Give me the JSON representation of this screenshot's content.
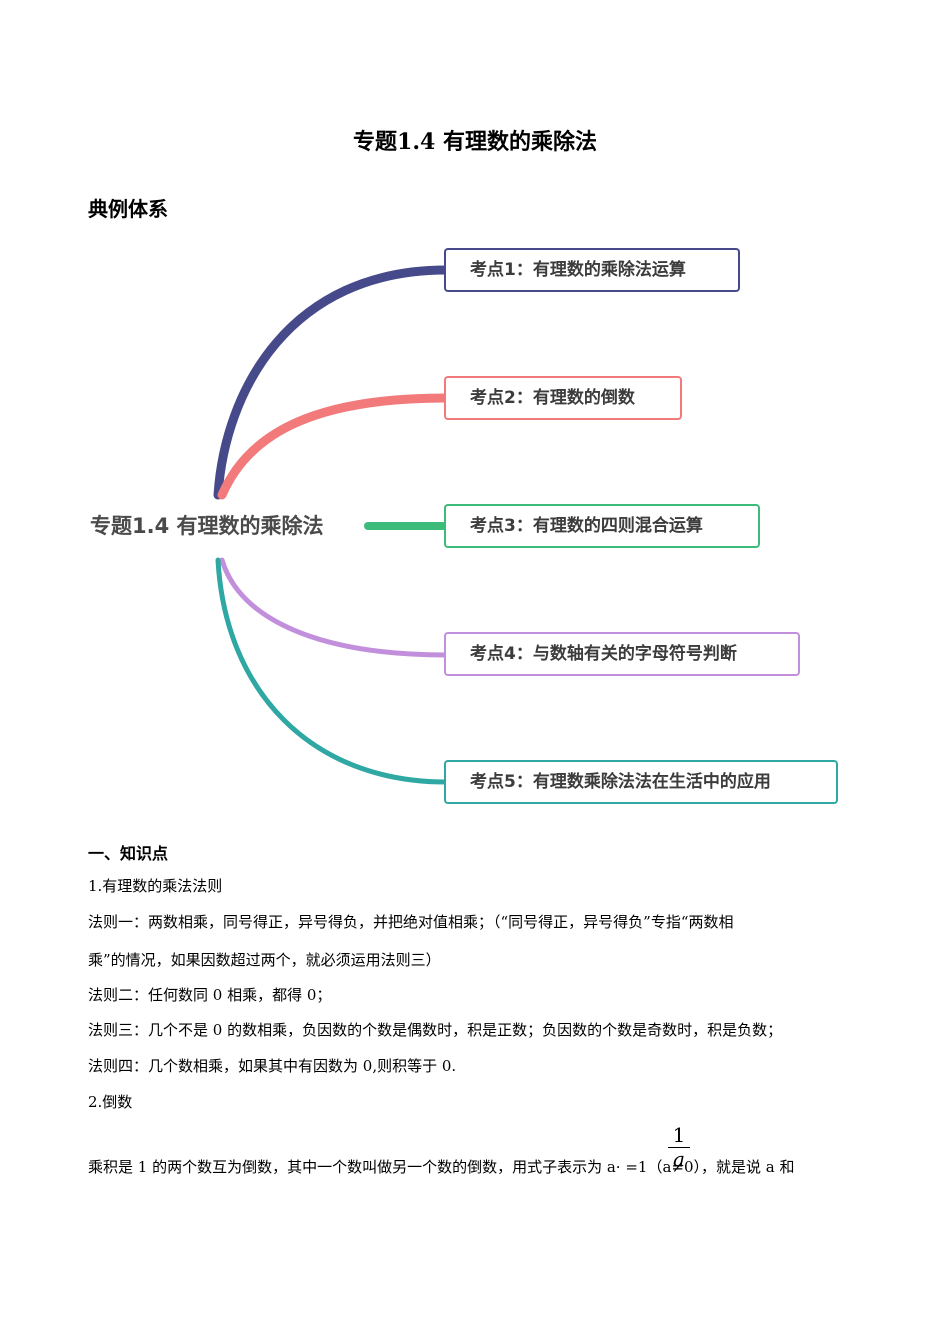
{
  "title": "专题1.4 有理数的乘除法",
  "section_system": "典例体系",
  "mindmap": {
    "center": "专题1.4 有理数的乘除法",
    "nodes": [
      {
        "label": "考点1：有理数的乘除法运算",
        "color": "#464a8a"
      },
      {
        "label": "考点2：有理数的倒数",
        "color": "#f27a7a"
      },
      {
        "label": "考点3：有理数的四则混合运算",
        "color": "#3dbb7a"
      },
      {
        "label": "考点4：与数轴有关的字母符号判断",
        "color": "#c28fdd"
      },
      {
        "label": "考点5：有理数乘除法法在生活中的应用",
        "color": "#2fa8a3"
      }
    ]
  },
  "section_knowledge": "一、知识点",
  "lines": [
    "1.有理数的乘法法则",
    "法则一：两数相乘，同号得正，异号得负，并把绝对值相乘；（“同号得正，异号得负”专指“两数相",
    "乘”的情况，如果因数超过两个，就必须运用法则三）",
    "法则二：任何数同 0 相乘，都得 0；",
    "法则三：几个不是 0 的数相乘，负因数的个数是偶数时，积是正数；负因数的个数是奇数时，积是负数；",
    "法则四：几个数相乘，如果其中有因数为 0,则积等于 0.",
    "2.倒数",
    "乘积是 1 的两个数互为倒数，其中一个数叫做另一个数的倒数，用式子表示为 a·      =1（a≠0），就是说 a 和"
  ],
  "fraction": {
    "numerator": "1",
    "denominator": "a"
  }
}
